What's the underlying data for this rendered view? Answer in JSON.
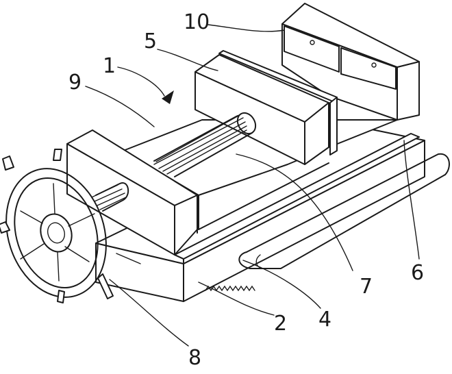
{
  "figure": {
    "callouts": [
      {
        "id": "1",
        "text": "1"
      },
      {
        "id": "2",
        "text": "2"
      },
      {
        "id": "4",
        "text": "4"
      },
      {
        "id": "5",
        "text": "5"
      },
      {
        "id": "6",
        "text": "6"
      },
      {
        "id": "7",
        "text": "7"
      },
      {
        "id": "8",
        "text": "8"
      },
      {
        "id": "9",
        "text": "9"
      },
      {
        "id": "10",
        "text": "10"
      }
    ]
  }
}
